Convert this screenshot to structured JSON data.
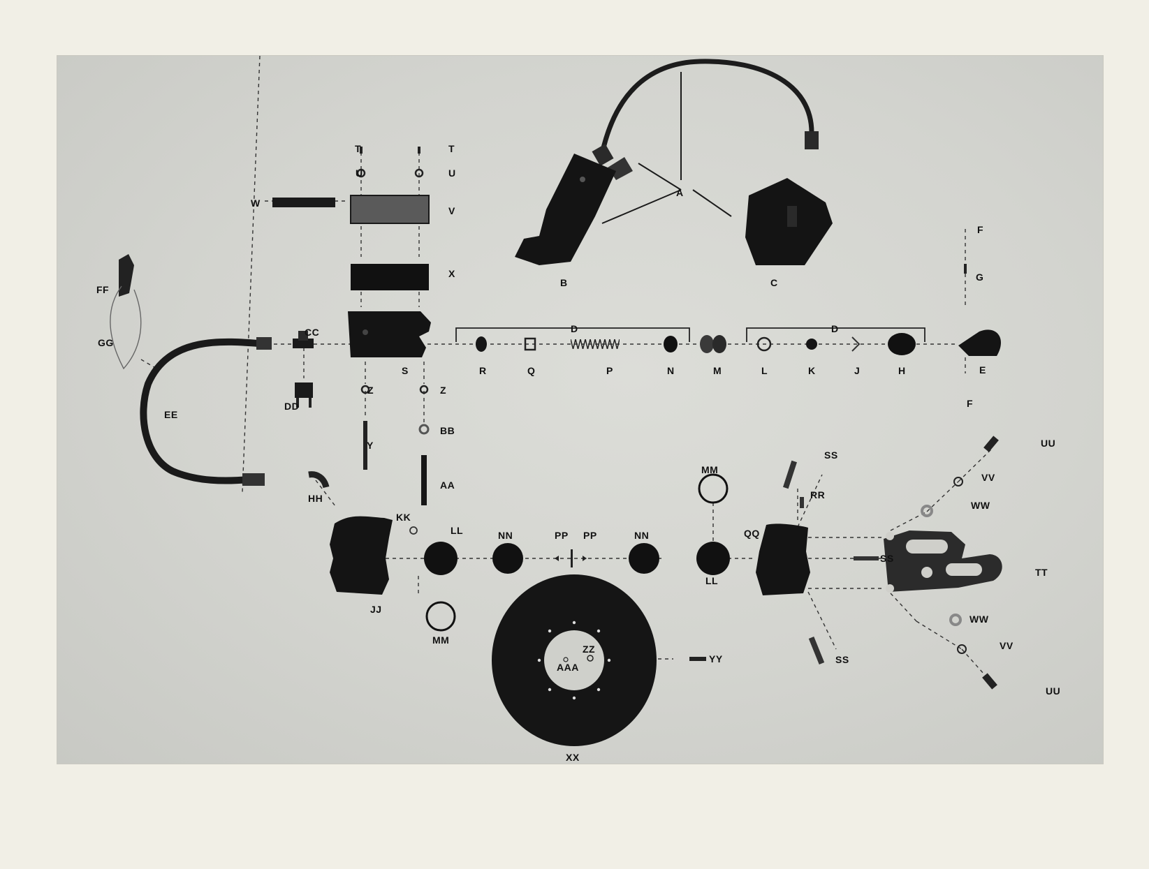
{
  "labels": {
    "A": "A",
    "B": "B",
    "C": "C",
    "D1": "D",
    "D2": "D",
    "E": "E",
    "F1": "F",
    "F2": "F",
    "G": "G",
    "H": "H",
    "J": "J",
    "K": "K",
    "L": "L",
    "M": "M",
    "N": "N",
    "P": "P",
    "Q": "Q",
    "R": "R",
    "S": "S",
    "T1": "T",
    "T2": "T",
    "U1": "U",
    "U2": "U",
    "V": "V",
    "W": "W",
    "X": "X",
    "Y": "Y",
    "Z1": "Z",
    "Z2": "Z",
    "AA": "AA",
    "BB": "BB",
    "CC": "CC",
    "DD": "DD",
    "EE": "EE",
    "FF": "FF",
    "GG": "GG",
    "HH": "HH",
    "JJ": "JJ",
    "KK": "KK",
    "LL1": "LL",
    "LL2": "LL",
    "MM1": "MM",
    "MM2": "MM",
    "NN1": "NN",
    "NN2": "NN",
    "PP1": "PP",
    "PP2": "PP",
    "QQ": "QQ",
    "RR": "RR",
    "SS1": "SS",
    "SS2": "SS",
    "SS3": "SS",
    "TT": "TT",
    "UU1": "UU",
    "UU2": "UU",
    "VV1": "VV",
    "VV2": "VV",
    "WW1": "WW",
    "WW2": "WW",
    "XX": "XX",
    "YY": "YY",
    "ZZ": "ZZ",
    "AAA": "AAA"
  },
  "colors": {
    "paper": "#f1efe6",
    "photo": "#d6d7d2",
    "part": "#161616"
  }
}
